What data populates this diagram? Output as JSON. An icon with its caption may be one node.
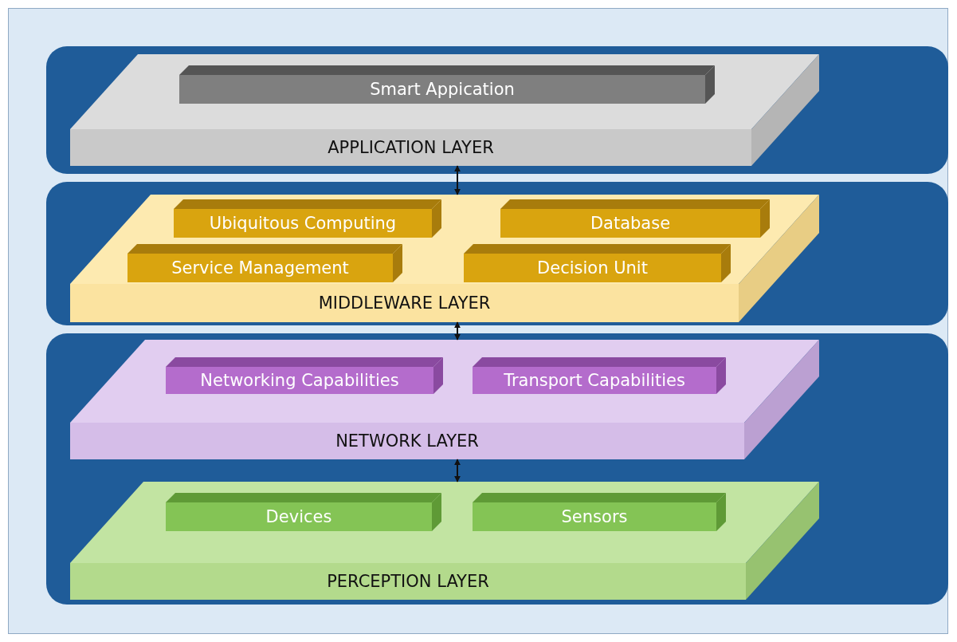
{
  "diagram": {
    "nodes": [
      {
        "text": [],
        "shape": "box"
      },
      {
        "text": [
          "APPLICATION LAYER"
        ],
        "in": 0
      },
      {
        "text": [
          "Smart Appication"
        ],
        "in": 1
      },
      {
        "text": [],
        "shape": "box"
      },
      {
        "text": [
          "MIDDLEWARE LAYER"
        ],
        "in": 3
      },
      {
        "text": [
          "Ubiquitous Computing"
        ],
        "in": 4
      },
      {
        "text": [
          "Database"
        ],
        "in": 4
      },
      {
        "text": [
          "Service Management"
        ],
        "in": 4
      },
      {
        "text": [
          "Decision Unit"
        ],
        "in": 4
      },
      {
        "text": [],
        "shape": "box"
      },
      {
        "text": [
          "NETWORK LAYER"
        ],
        "in": 9
      },
      {
        "text": [
          "Networking Capabilities"
        ],
        "in": 10
      },
      {
        "text": [
          "Transport Capabilities"
        ],
        "in": 10
      },
      {
        "text": [
          "PERCEPTION LAYER"
        ],
        "in": 9
      },
      {
        "text": [
          "Devices"
        ],
        "in": 13
      },
      {
        "text": [
          "Sensors"
        ],
        "in": 13
      }
    ],
    "edges": [
      {
        "from": 1,
        "to": 4,
        "arrow": "both"
      },
      {
        "from": 4,
        "to": 10,
        "arrow": "both"
      },
      {
        "from": 10,
        "to": 13,
        "arrow": "both"
      }
    ]
  }
}
